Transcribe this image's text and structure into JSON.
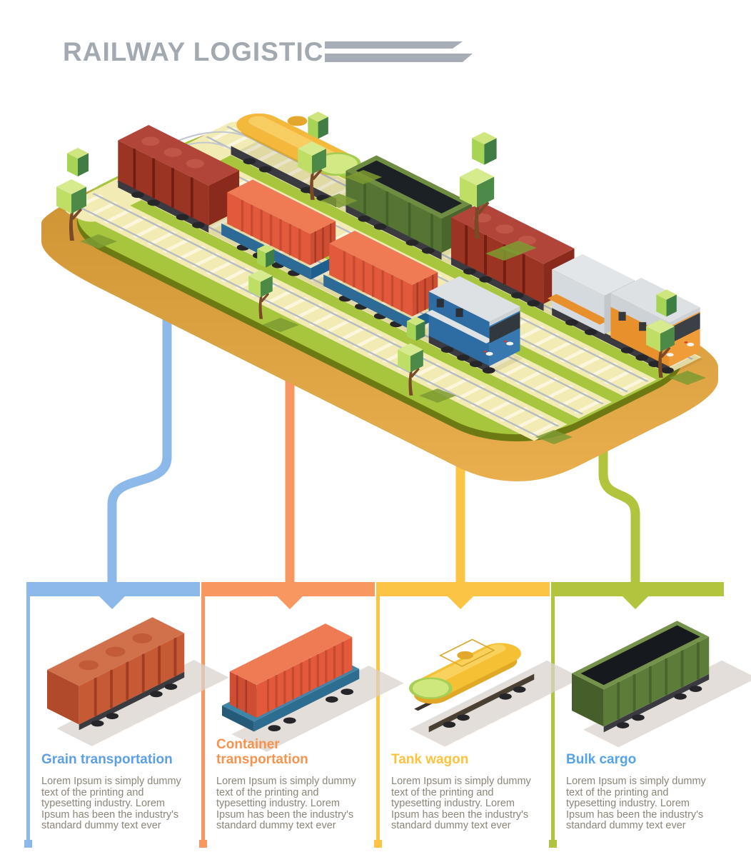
{
  "title": {
    "text": "RAILWAY LOGISTIC"
  },
  "scene": {
    "description": "isometric railway yard platform with freight trains, trees and bushes",
    "platform": {
      "grass": "#a7c63e",
      "ballast": "#f2ebb4",
      "rim": "#6d7a14",
      "side": "#d79a37"
    },
    "trains": [
      {
        "name": "train-right",
        "cars": [
          "tank-wagon",
          "open-coal-wagon",
          "grain-hopper-wagon",
          "boxcar-white",
          "locomotive-orange"
        ]
      },
      {
        "name": "train-left",
        "cars": [
          "grain-hopper-wagon",
          "container-flatcar",
          "container-flatcar",
          "locomotive-blue"
        ]
      }
    ],
    "trees": 6,
    "empty_tracks": 2
  },
  "sections": [
    {
      "id": "grain",
      "title": "Grain transportation",
      "body": "Lorem Ipsum is simply dummy text of the printing and typesetting industry. Lorem Ipsum has been the industry's standard dummy text ever",
      "accent": "#5d9fe3",
      "connector_color": "#8cb9ea",
      "wagon": "grain-hopper-wagon"
    },
    {
      "id": "container",
      "title": "Container transportation",
      "body": "Lorem Ipsum is simply dummy text of the printing and typesetting industry. Lorem Ipsum has been the industry's standard dummy text ever",
      "accent": "#f5944f",
      "connector_color": "#f8975f",
      "wagon": "container-flatcar"
    },
    {
      "id": "tank",
      "title": "Tank wagon",
      "body": "Lorem Ipsum is simply dummy text of the printing and typesetting industry. Lorem Ipsum has been the industry's standard dummy text ever",
      "accent": "#fac43e",
      "connector_color": "#fbc445",
      "wagon": "tank-wagon"
    },
    {
      "id": "bulk",
      "title": "Bulk cargo",
      "body": "Lorem Ipsum is simply dummy text of the printing and typesetting industry. Lorem Ipsum has been the industry's standard dummy text ever",
      "accent": "#55a3e8",
      "connector_color": "#b2c43e",
      "wagon": "open-coal-wagon"
    }
  ]
}
